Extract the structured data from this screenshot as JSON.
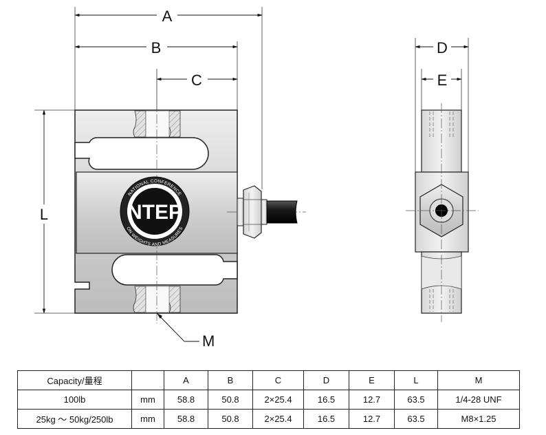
{
  "labels": {
    "A": "A",
    "B": "B",
    "C": "C",
    "D": "D",
    "E": "E",
    "L": "L",
    "M": "M"
  },
  "seal": {
    "logo_text": "NTEP",
    "ring_top": "NATIONAL CONFERENCE",
    "ring_bottom": "ON WEIGHTS AND MEASURES"
  },
  "table": {
    "headers": [
      "Capacity/量程",
      "",
      "A",
      "B",
      "C",
      "D",
      "E",
      "L",
      "M"
    ],
    "rows": [
      [
        "100lb",
        "mm",
        "58.8",
        "50.8",
        "2×25.4",
        "16.5",
        "12.7",
        "63.5",
        "1/4-28 UNF"
      ],
      [
        "25kg ～ 50kg/250lb",
        "mm",
        "58.8",
        "50.8",
        "2×25.4",
        "16.5",
        "12.7",
        "63.5",
        "M8×1.25"
      ]
    ]
  }
}
